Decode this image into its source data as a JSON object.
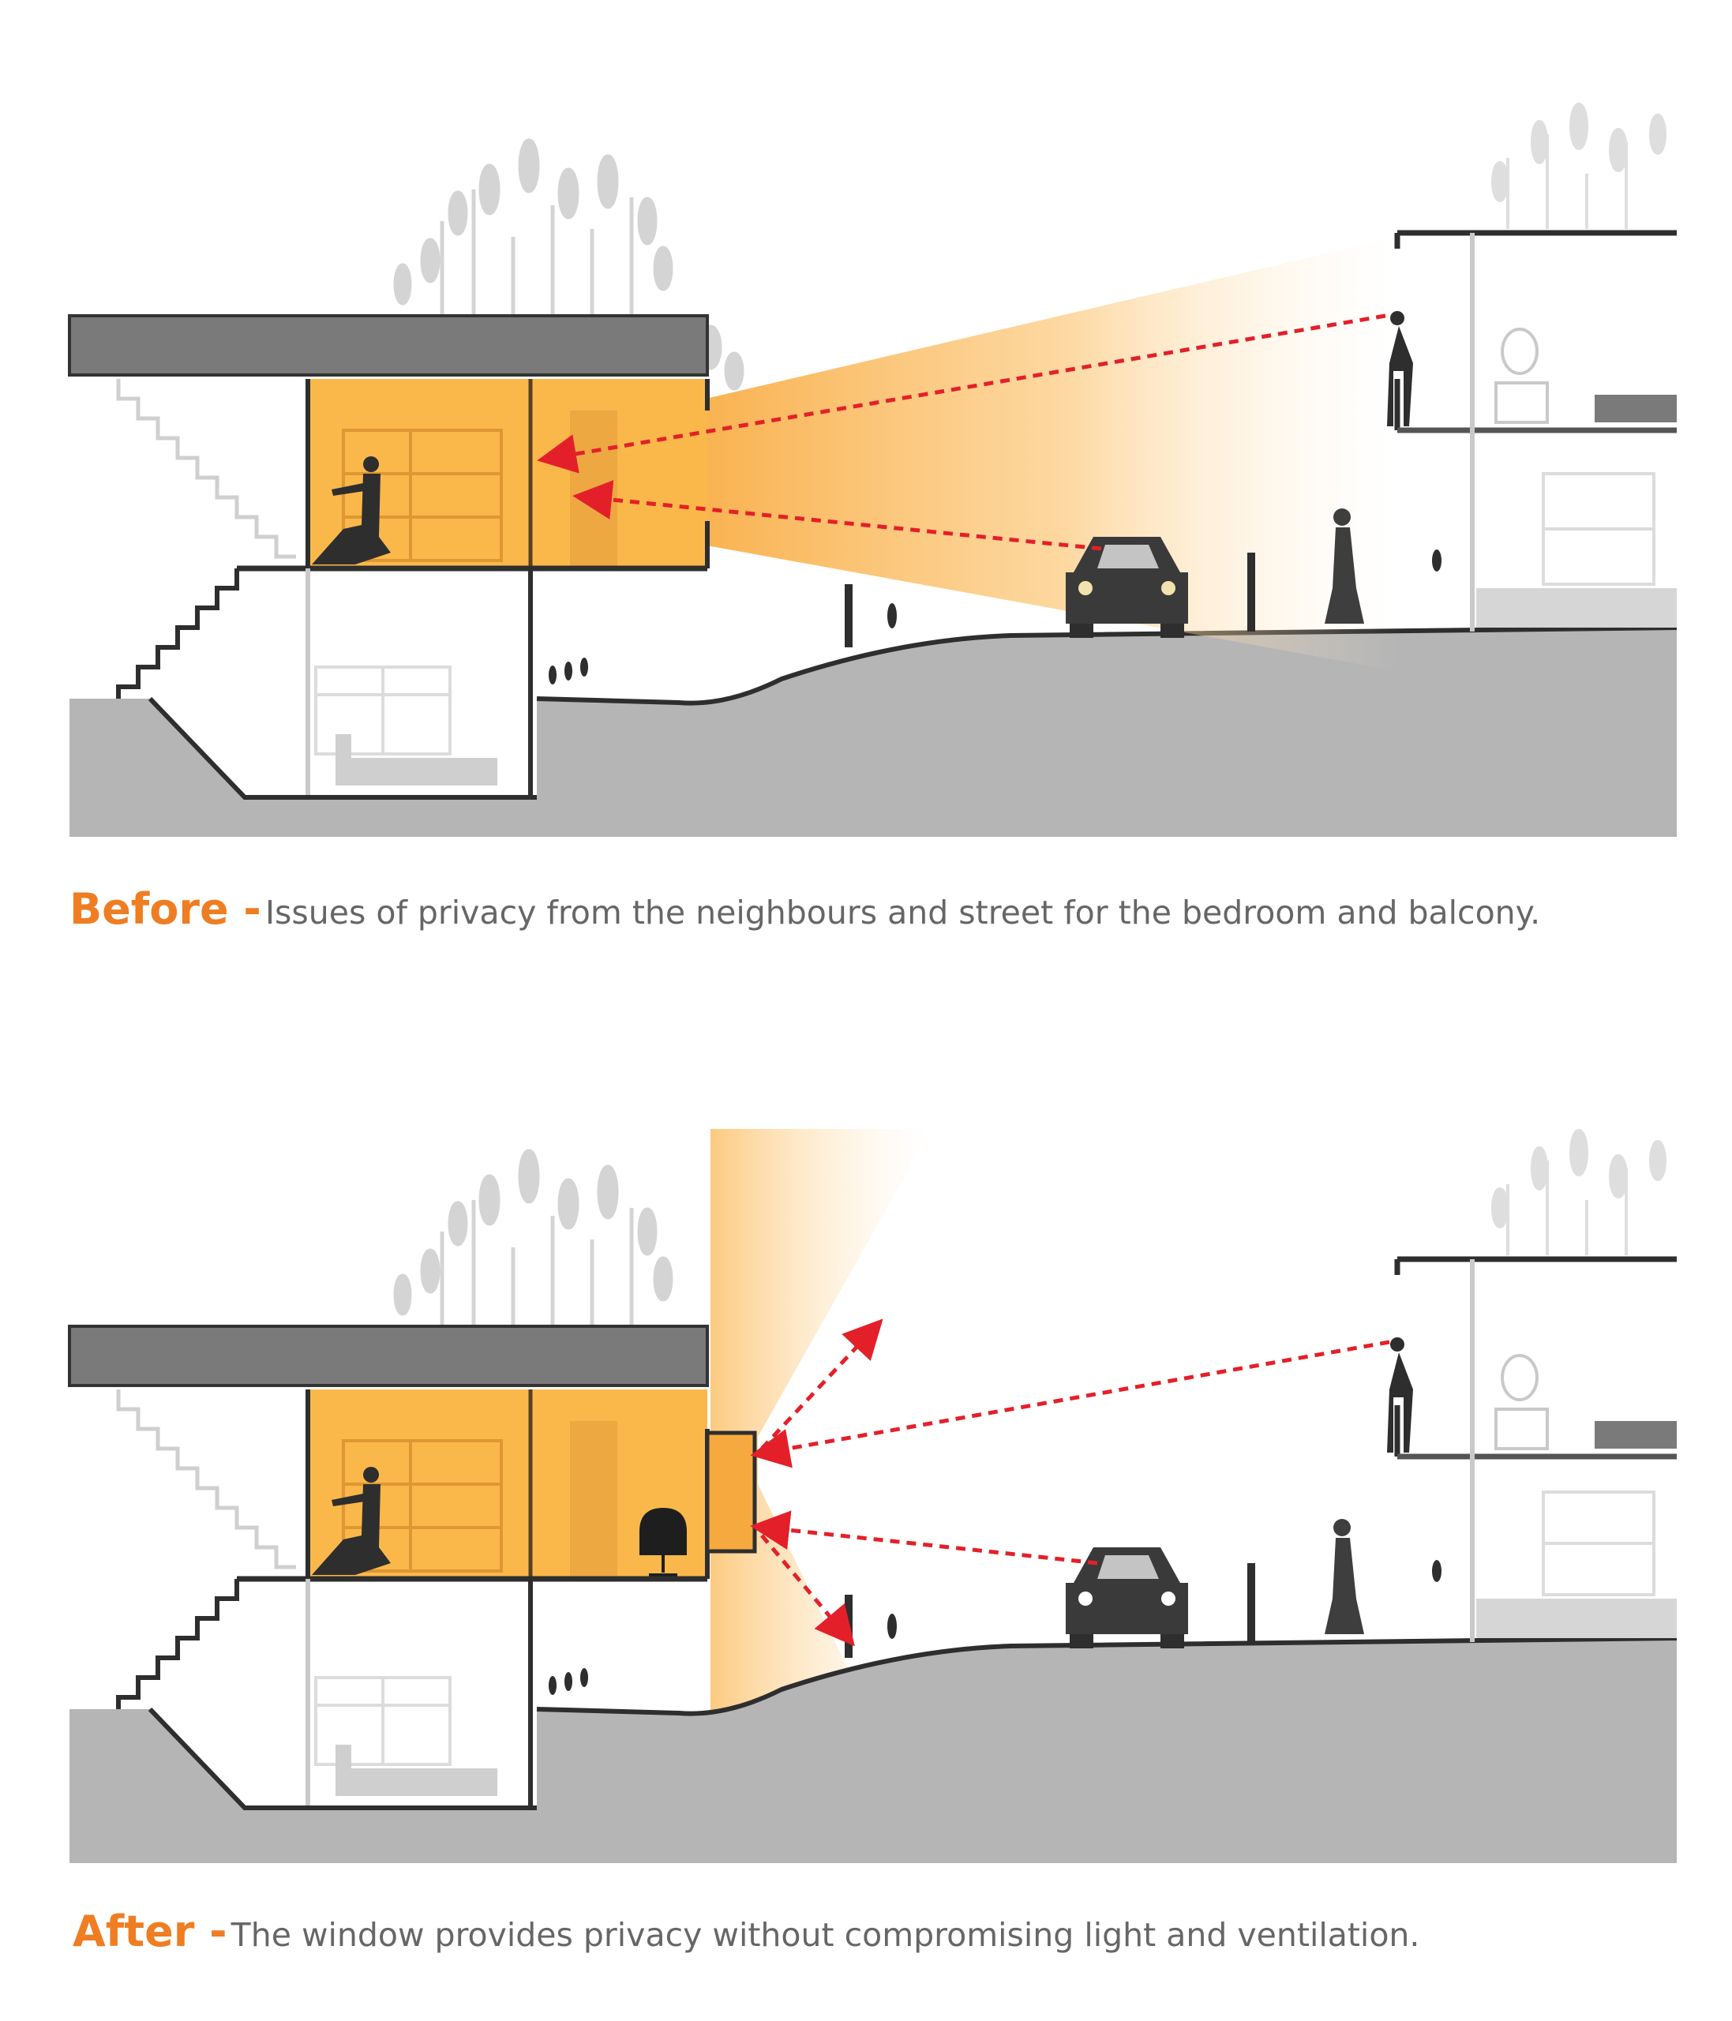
{
  "panels": [
    {
      "id": "before",
      "label": "Before -",
      "text": "Issues of privacy from the neighbours and street for the bedroom and balcony."
    },
    {
      "id": "after",
      "label": "After -",
      "text": "The window provides privacy without compromising light and ventilation."
    }
  ],
  "colors": {
    "accent": "#ef7d22",
    "room_glow": "#fbb84a",
    "sightline": "#e3202a",
    "ground": "#b5b5b5",
    "slab": "#7a7a7a",
    "silhouette": "#2e2e2e",
    "faded_line": "#c9c9c9"
  },
  "icons": [
    "tree-icon",
    "person-icon",
    "car-icon",
    "chair-icon",
    "bookshelf-icon",
    "bed-icon",
    "mirror-icon",
    "plant-icon"
  ]
}
